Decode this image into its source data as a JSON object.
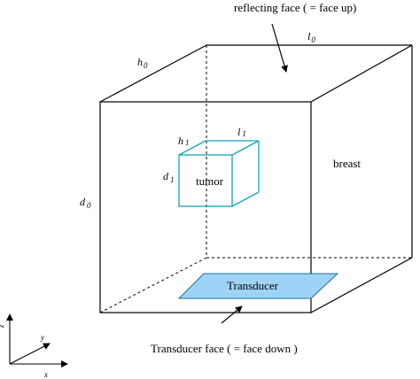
{
  "labels": {
    "reflecting_face": "reflecting face  ( = face up)",
    "l0": "l",
    "l0_sub": "0",
    "h0": "h",
    "h0_sub": "0",
    "d0": "d",
    "d0_sub": "0",
    "breast": "breast",
    "tumor": "tumor",
    "h1": "h",
    "h1_sub": "1",
    "l1": "l",
    "l1_sub": "1",
    "d1": "d",
    "d1_sub": "1",
    "transducer": "Transducer",
    "transducer_face": "Transducer  face   ( = face down )",
    "axis_z": "z",
    "axis_y": "y",
    "axis_x": "x"
  },
  "colors": {
    "box": "#000000",
    "tumor": "#17a2b5",
    "transducer_fill": "#9fd3f5",
    "transducer_stroke": "#1a6f99"
  }
}
